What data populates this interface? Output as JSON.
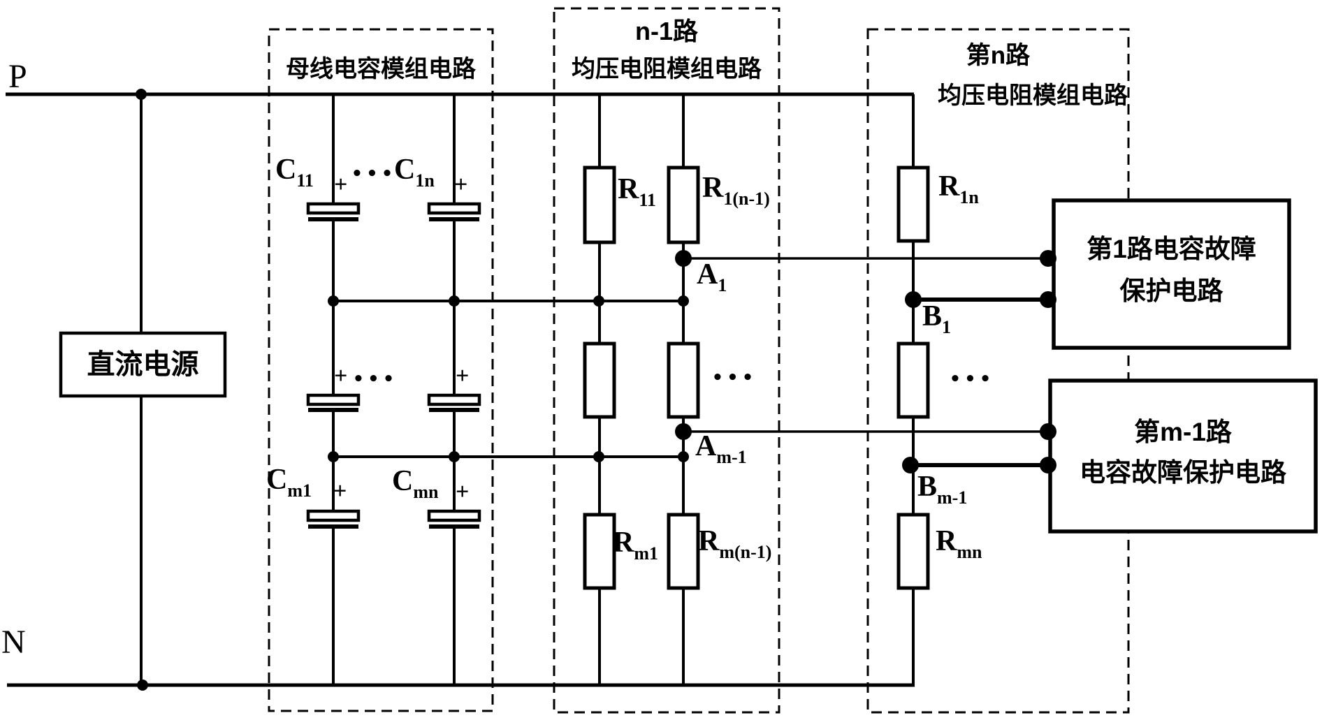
{
  "rails": {
    "positive": "P",
    "negative": "N"
  },
  "dc_source": {
    "label": "直流电源"
  },
  "modules": {
    "bus_capacitor": {
      "title": "母线电容模组电路"
    },
    "equalizing_resistor_n_minus_1": {
      "title_line1": "n-1路",
      "title_line2": "均压电阻模组电路"
    },
    "equalizing_resistor_n": {
      "title_line1": "第n路",
      "title_line2": "均压电阻模组电路"
    }
  },
  "protection": {
    "circuit_1": {
      "line1": "第1路电容故障",
      "line2": "保护电路"
    },
    "circuit_m_minus_1": {
      "line1": "第m-1路",
      "line2": "电容故障保护电路"
    }
  },
  "capacitors": {
    "c11": {
      "main": "C",
      "sub": "11"
    },
    "c1n": {
      "main": "C",
      "sub": "1n"
    },
    "cm1": {
      "main": "C",
      "sub": "m1"
    },
    "cmn": {
      "main": "C",
      "sub": "mn"
    }
  },
  "resistors": {
    "r11": {
      "main": "R",
      "sub": "11"
    },
    "r1n1": {
      "main": "R",
      "sub": "1(n-1)"
    },
    "r1n": {
      "main": "R",
      "sub": "1n"
    },
    "rm1": {
      "main": "R",
      "sub": "m1"
    },
    "rmn1": {
      "main": "R",
      "sub": "m(n-1)"
    },
    "rmn": {
      "main": "R",
      "sub": "mn"
    }
  },
  "nodes": {
    "a1": {
      "main": "A",
      "sub": "1"
    },
    "am1": {
      "main": "A",
      "sub": "m-1"
    },
    "b1": {
      "main": "B",
      "sub": "1"
    },
    "bm1": {
      "main": "B",
      "sub": "m-1"
    }
  },
  "symbols": {
    "plus": "+",
    "ellipsis": "•••"
  },
  "colors": {
    "ink": "#000000",
    "background": "#ffffff"
  }
}
